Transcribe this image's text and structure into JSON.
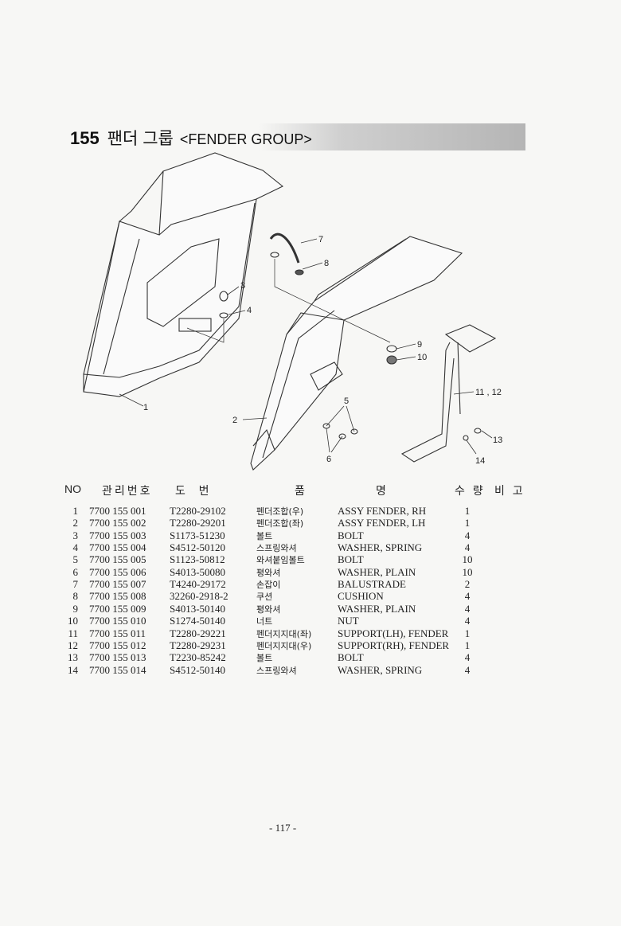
{
  "header": {
    "number": "155",
    "title_kr": "팬더 그룹",
    "title_en": "<FENDER GROUP>"
  },
  "callouts": [
    "1",
    "2",
    "3",
    "4",
    "5",
    "6",
    "7",
    "8",
    "9",
    "10",
    "11 , 12",
    "13",
    "14"
  ],
  "table": {
    "headers": {
      "no": "NO",
      "mgmt": "관리번호",
      "drawing": "도  번",
      "name_kr": "품",
      "name_en": "명",
      "qty": "수 량",
      "note": "비 고"
    },
    "rows": [
      {
        "no": "1",
        "mgmt": "7700 155 001",
        "drawing": "T2280-29102",
        "kr": "펜더조합(우)",
        "en": "ASSY FENDER, RH",
        "qty": "1"
      },
      {
        "no": "2",
        "mgmt": "7700 155 002",
        "drawing": "T2280-29201",
        "kr": "펜더조합(좌)",
        "en": "ASSY FENDER, LH",
        "qty": "1"
      },
      {
        "no": "3",
        "mgmt": "7700 155 003",
        "drawing": "S1173-51230",
        "kr": "볼트",
        "en": "BOLT",
        "qty": "4"
      },
      {
        "no": "4",
        "mgmt": "7700 155 004",
        "drawing": "S4512-50120",
        "kr": "스프링와셔",
        "en": "WASHER, SPRING",
        "qty": "4"
      },
      {
        "no": "5",
        "mgmt": "7700 155 005",
        "drawing": "S1123-50812",
        "kr": "와셔붙임볼트",
        "en": "BOLT",
        "qty": "10"
      },
      {
        "no": "6",
        "mgmt": "7700 155 006",
        "drawing": "S4013-50080",
        "kr": "평와셔",
        "en": "WASHER, PLAIN",
        "qty": "10"
      },
      {
        "no": "7",
        "mgmt": "7700 155 007",
        "drawing": "T4240-29172",
        "kr": "손잡이",
        "en": "BALUSTRADE",
        "qty": "2"
      },
      {
        "no": "8",
        "mgmt": "7700 155 008",
        "drawing": "32260-2918-2",
        "kr": "쿠션",
        "en": "CUSHION",
        "qty": "4"
      },
      {
        "no": "9",
        "mgmt": "7700 155 009",
        "drawing": "S4013-50140",
        "kr": "평와셔",
        "en": "WASHER, PLAIN",
        "qty": "4"
      },
      {
        "no": "10",
        "mgmt": "7700 155 010",
        "drawing": "S1274-50140",
        "kr": "너트",
        "en": "NUT",
        "qty": "4"
      },
      {
        "no": "11",
        "mgmt": "7700 155 011",
        "drawing": "T2280-29221",
        "kr": "펜더지지대(좌)",
        "en": "SUPPORT(LH), FENDER",
        "qty": "1"
      },
      {
        "no": "12",
        "mgmt": "7700 155 012",
        "drawing": "T2280-29231",
        "kr": "펜더지지대(우)",
        "en": "SUPPORT(RH), FENDER",
        "qty": "1"
      },
      {
        "no": "13",
        "mgmt": "7700 155 013",
        "drawing": "T2230-85242",
        "kr": "볼트",
        "en": "BOLT",
        "qty": "4"
      },
      {
        "no": "14",
        "mgmt": "7700 155 014",
        "drawing": "S4512-50140",
        "kr": "스프링와셔",
        "en": "WASHER, SPRING",
        "qty": "4"
      }
    ]
  },
  "footer": {
    "page": "- 117 -"
  }
}
